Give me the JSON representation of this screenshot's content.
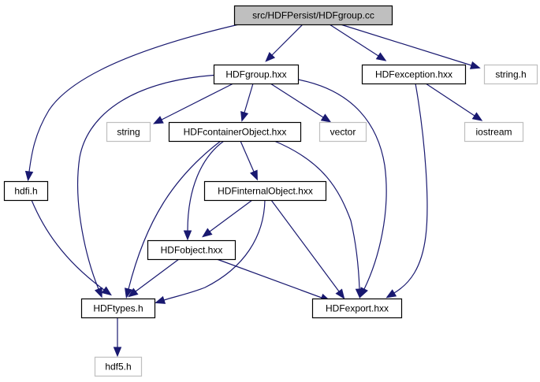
{
  "diagram": {
    "title": "src/HDFPersist/HDFgroup.cc",
    "colors": {
      "edge": "#191970",
      "root_fill": "#bfbfbf",
      "root_border": "#000000",
      "node_border": "#000000",
      "external_border": "#bfbfbf"
    },
    "nodes": [
      {
        "id": "root",
        "label": "src/HDFPersist/HDFgroup.cc",
        "kind": "root"
      },
      {
        "id": "hdfgroup_hxx",
        "label": "HDFgroup.hxx",
        "kind": "documented"
      },
      {
        "id": "hdfexception_hxx",
        "label": "HDFexception.hxx",
        "kind": "documented"
      },
      {
        "id": "string_h",
        "label": "string.h",
        "kind": "external"
      },
      {
        "id": "string",
        "label": "string",
        "kind": "external"
      },
      {
        "id": "hdfcontainerobject_hxx",
        "label": "HDFcontainerObject.hxx",
        "kind": "documented"
      },
      {
        "id": "vector",
        "label": "vector",
        "kind": "external"
      },
      {
        "id": "iostream",
        "label": "iostream",
        "kind": "external"
      },
      {
        "id": "hdfi_h",
        "label": "hdfi.h",
        "kind": "documented"
      },
      {
        "id": "hdfinternalobject_hxx",
        "label": "HDFinternalObject.hxx",
        "kind": "documented"
      },
      {
        "id": "hdfobject_hxx",
        "label": "HDFobject.hxx",
        "kind": "documented"
      },
      {
        "id": "hdftypes_h",
        "label": "HDFtypes.h",
        "kind": "documented"
      },
      {
        "id": "hdfexport_hxx",
        "label": "HDFexport.hxx",
        "kind": "documented"
      },
      {
        "id": "hdf5_h",
        "label": "hdf5.h",
        "kind": "external"
      }
    ],
    "edges": [
      {
        "from": "root",
        "to": "hdfgroup_hxx"
      },
      {
        "from": "root",
        "to": "hdfexception_hxx"
      },
      {
        "from": "root",
        "to": "string_h"
      },
      {
        "from": "root",
        "to": "hdfi_h"
      },
      {
        "from": "hdfgroup_hxx",
        "to": "string"
      },
      {
        "from": "hdfgroup_hxx",
        "to": "hdfcontainerobject_hxx"
      },
      {
        "from": "hdfgroup_hxx",
        "to": "vector"
      },
      {
        "from": "hdfgroup_hxx",
        "to": "hdftypes_h"
      },
      {
        "from": "hdfgroup_hxx",
        "to": "hdfexport_hxx"
      },
      {
        "from": "hdfexception_hxx",
        "to": "iostream"
      },
      {
        "from": "hdfexception_hxx",
        "to": "hdfexport_hxx"
      },
      {
        "from": "hdfcontainerobject_hxx",
        "to": "hdfinternalobject_hxx"
      },
      {
        "from": "hdfcontainerobject_hxx",
        "to": "hdfobject_hxx"
      },
      {
        "from": "hdfcontainerobject_hxx",
        "to": "hdftypes_h"
      },
      {
        "from": "hdfcontainerobject_hxx",
        "to": "hdfexport_hxx"
      },
      {
        "from": "hdfinternalobject_hxx",
        "to": "hdfobject_hxx"
      },
      {
        "from": "hdfinternalobject_hxx",
        "to": "hdftypes_h"
      },
      {
        "from": "hdfinternalobject_hxx",
        "to": "hdfexport_hxx"
      },
      {
        "from": "hdfobject_hxx",
        "to": "hdftypes_h"
      },
      {
        "from": "hdfobject_hxx",
        "to": "hdfexport_hxx"
      },
      {
        "from": "hdfi_h",
        "to": "hdftypes_h"
      },
      {
        "from": "hdftypes_h",
        "to": "hdf5_h"
      }
    ]
  }
}
